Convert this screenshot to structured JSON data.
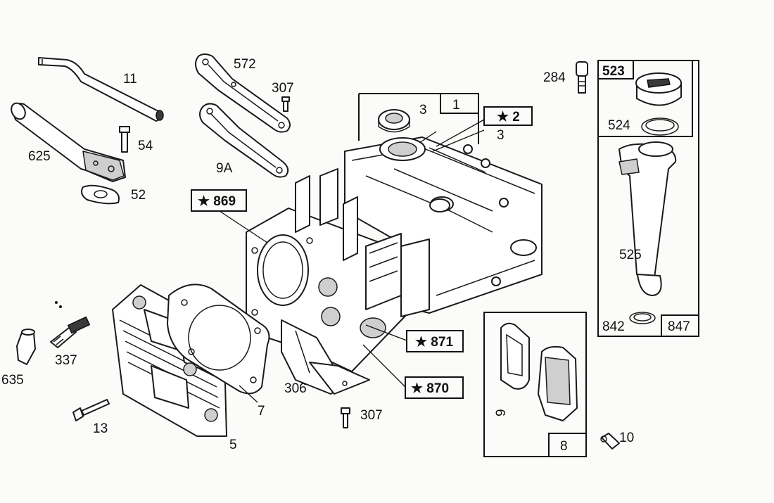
{
  "diagram": {
    "labels": {
      "p11": "11",
      "p625": "625",
      "p54": "54",
      "p52": "52",
      "p572": "572",
      "p307a": "307",
      "p9A": "9A",
      "p869": "★ 869",
      "p1": "1",
      "p2": "★ 2",
      "p3a": "3",
      "p3b": "3",
      "p284": "284",
      "p523": "523",
      "p524": "524",
      "p525": "525",
      "p842": "842",
      "p847": "847",
      "p871": "★ 871",
      "p870": "★ 870",
      "p306": "306",
      "p307b": "307",
      "p337": "337",
      "p635": "635",
      "p13": "13",
      "p5": "5",
      "p7": "7",
      "p9": "9",
      "p8": "8",
      "p10": "10"
    }
  }
}
